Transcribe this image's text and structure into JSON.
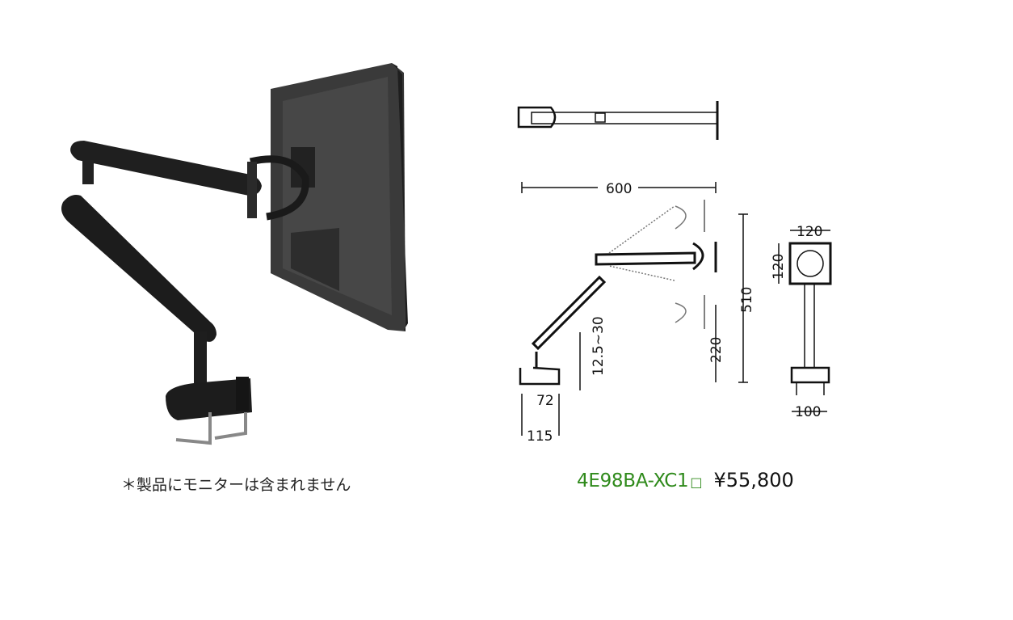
{
  "photo": {
    "icon": "monitor-arm-with-monitor-photo"
  },
  "caption": "＊製品にモニターは含まれません",
  "drawing": {
    "dim_width": "600",
    "dim_total_height": "510",
    "dim_low": "220",
    "dim_clamp_thickness": "12.5~30",
    "dim_base_72": "72",
    "dim_base_115": "115",
    "dim_vesa_w": "120",
    "dim_vesa_h": "120",
    "dim_pole_100": "100"
  },
  "product": {
    "model_code": "4E98BA-XC1",
    "model_box": "□",
    "price": "¥55,800",
    "accent_color": "#2f8a1b"
  }
}
